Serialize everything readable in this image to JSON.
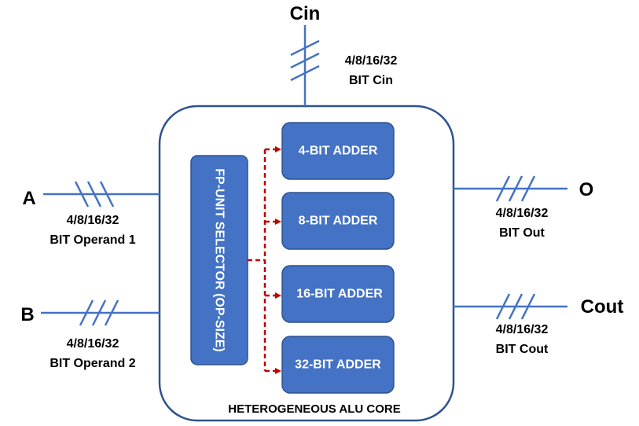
{
  "colors": {
    "wire": "#4472c4",
    "core_border": "#2f528f",
    "block_fill": "#4472c4",
    "block_border": "#2f528f",
    "dashed": "#c00000",
    "text": "#000000",
    "block_text": "#ffffff"
  },
  "core": {
    "label": "HETEROGENEOUS ALU CORE"
  },
  "selector": {
    "label": "FP-UNIT SELECTOR (OP-SIZE)"
  },
  "adders": [
    {
      "label": "4-BIT ADDER"
    },
    {
      "label": "8-BIT ADDER"
    },
    {
      "label": "16-BIT ADDER"
    },
    {
      "label": "32-BIT ADDER"
    }
  ],
  "ports": {
    "cin": {
      "name": "Cin",
      "width": "4/8/16/32",
      "desc": "BIT Cin"
    },
    "a": {
      "name": "A",
      "width": "4/8/16/32",
      "desc": "BIT Operand 1"
    },
    "b": {
      "name": "B",
      "width": "4/8/16/32",
      "desc": "BIT Operand 2"
    },
    "o": {
      "name": "O",
      "width": "4/8/16/32",
      "desc": "BIT Out"
    },
    "cout": {
      "name": "Cout",
      "width": "4/8/16/32",
      "desc": "BIT Cout"
    }
  }
}
